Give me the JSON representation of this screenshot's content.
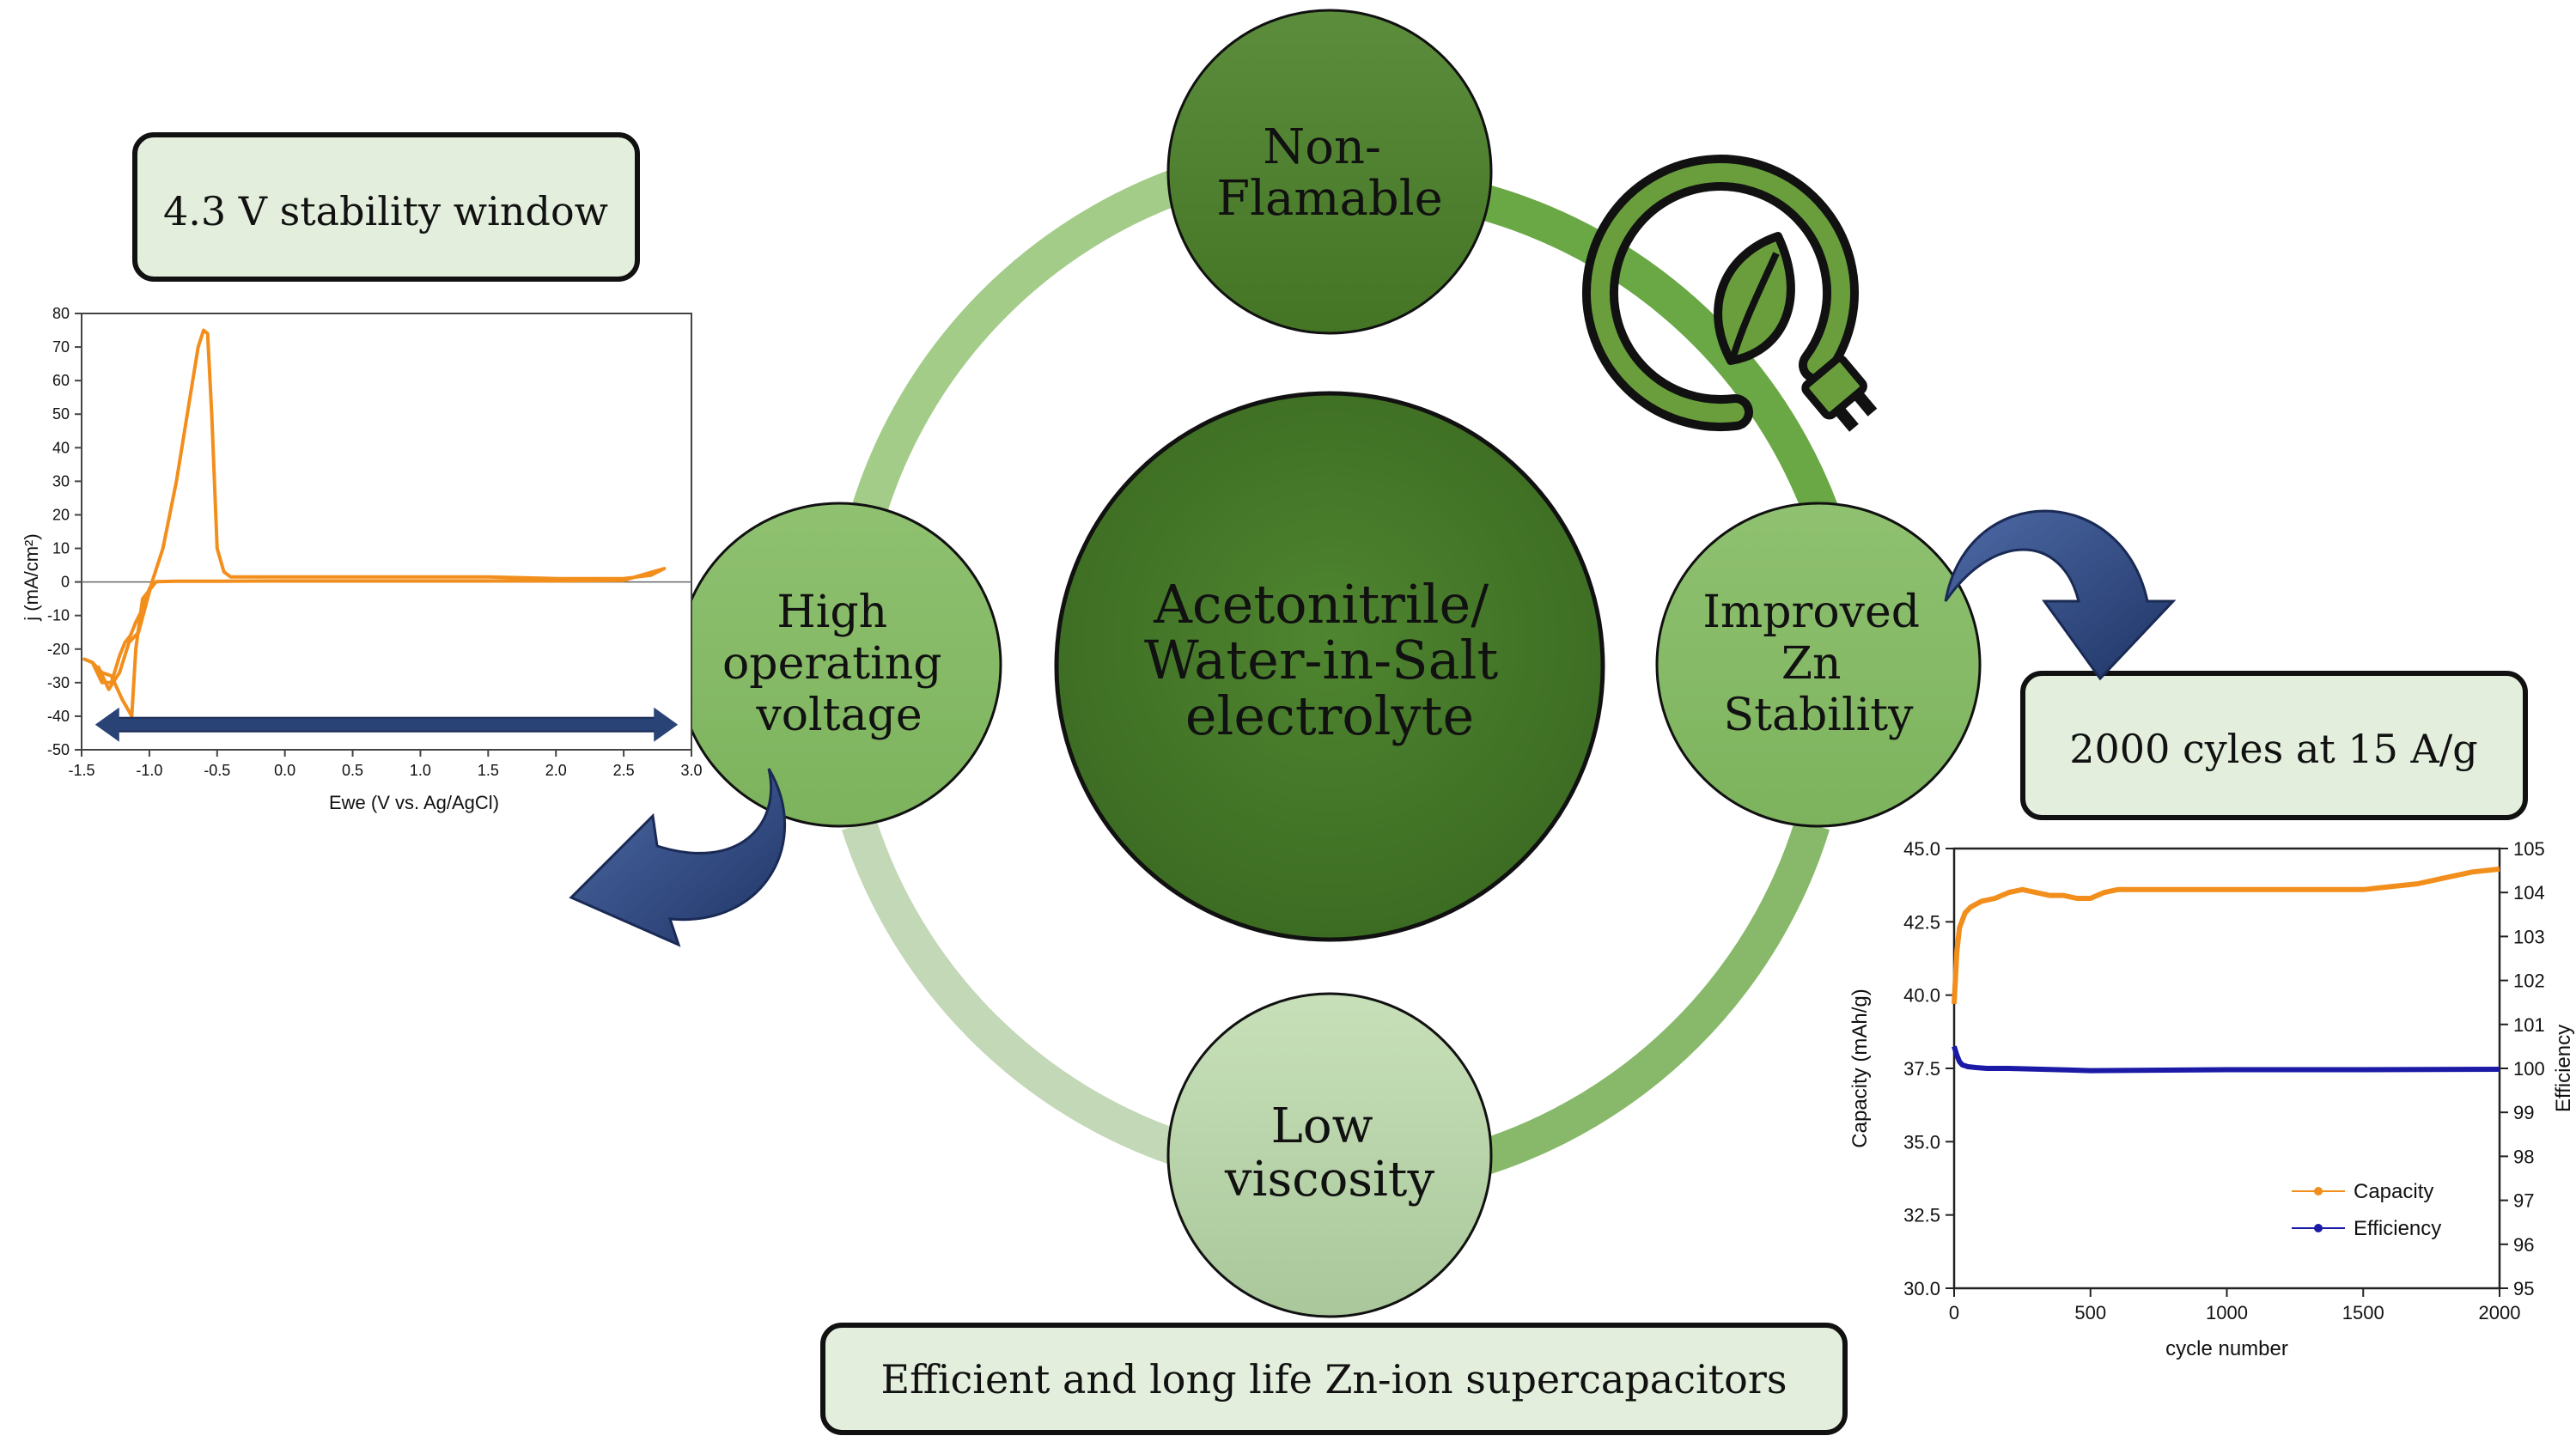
{
  "colors": {
    "dark_green": "#4a7a2c",
    "mid_green": "#6ea84c",
    "light_green": "#9fcc7f",
    "pale_box": "#e3efdc",
    "navy_arrow": "#2a4377",
    "orange": "#f28e1c",
    "blue_series": "#1a1aa6"
  },
  "center": {
    "lines": [
      "Acetonitrile/",
      "Water-in-Salt",
      "electrolyte"
    ]
  },
  "nodes": {
    "top": [
      "Non-",
      "Flamable"
    ],
    "left": [
      "High",
      "operating",
      "voltage"
    ],
    "right": [
      "Improved",
      "Zn",
      "Stability"
    ],
    "bottom": [
      "Low",
      "viscosity"
    ]
  },
  "boxes": {
    "stability_window": "4.3 V stability window",
    "cycles": "2000 cyles at 15 A/g",
    "summary": "Efficient and long life Zn-ion supercapacitors"
  },
  "icons": {
    "eco": "leaf-plug-icon"
  },
  "chart_data": [
    {
      "type": "line",
      "title": "",
      "xlabel": "Ewe (V vs. Ag/AgCl)",
      "ylabel": "j (mA/cm²)",
      "xlim": [
        -1.5,
        3.0
      ],
      "ylim": [
        -50,
        80
      ],
      "xticks": [
        "-1.5",
        "-1.0",
        "-0.5",
        "0.0",
        "0.5",
        "1.0",
        "1.5",
        "2.0",
        "2.5",
        "3.0"
      ],
      "yticks": [
        "-50",
        "-40",
        "-30",
        "-20",
        "-10",
        "0",
        "10",
        "20",
        "30",
        "40",
        "50",
        "60",
        "70",
        "80"
      ],
      "grid": false,
      "series": [
        {
          "color": "#f28e1c",
          "x": [
            -1.38,
            -1.3,
            -1.22,
            -1.15,
            -1.08,
            -1.02,
            -0.98,
            -0.9,
            -0.8,
            -0.7,
            -0.64,
            -0.6,
            -0.57,
            -0.54,
            -0.5,
            -0.45,
            -0.4,
            0.0,
            0.5,
            1.0,
            1.5,
            2.0,
            2.5,
            2.7,
            2.8,
            2.5,
            2.0,
            1.5,
            1.0,
            0.5,
            0.0,
            -0.5,
            -0.8,
            -0.95,
            -1.05,
            -1.1,
            -1.13,
            -1.2,
            -1.28,
            -1.35,
            -1.42,
            -1.48,
            -1.42,
            -1.35,
            -1.28,
            -1.22,
            -1.18,
            -1.14,
            -1.1,
            -1.05,
            -1.0,
            -0.97
          ],
          "y": [
            -25,
            -32,
            -27,
            -18,
            -15,
            -6,
            0,
            10,
            30,
            55,
            70,
            75,
            74,
            50,
            10,
            3,
            1.5,
            1.5,
            1.5,
            1.5,
            1.5,
            1,
            1,
            2,
            4,
            0.5,
            0.3,
            0.3,
            0.3,
            0.3,
            0.3,
            0.2,
            0.2,
            0.1,
            -5,
            -20,
            -40,
            -35,
            -28,
            -27,
            -24,
            -23,
            -24,
            -30,
            -30,
            -22,
            -18,
            -16,
            -12,
            -8,
            -2,
            0
          ]
        }
      ],
      "annotations": [
        "double-headed arrow spanning -1.4 to 2.9 V"
      ]
    },
    {
      "type": "line",
      "title": "",
      "xlabel": "cycle number",
      "ylabel": "Capacity (mAh/g)",
      "y2label": "Efficiency",
      "xlim": [
        0,
        2000
      ],
      "ylim": [
        30.0,
        45.0
      ],
      "y2lim": [
        95,
        105
      ],
      "xticks": [
        "0",
        "500",
        "1000",
        "1500",
        "2000"
      ],
      "yticks": [
        "30.0",
        "32.5",
        "35.0",
        "37.5",
        "40.0",
        "42.5",
        "45.0"
      ],
      "y2ticks": [
        "95",
        "96",
        "97",
        "98",
        "99",
        "100",
        "101",
        "102",
        "103",
        "104",
        "105"
      ],
      "legend": "lower-right",
      "grid": false,
      "series": [
        {
          "name": "Capacity",
          "axis": "left",
          "color": "#f28e1c",
          "x": [
            0,
            10,
            20,
            40,
            60,
            100,
            150,
            200,
            250,
            300,
            350,
            400,
            450,
            500,
            550,
            600,
            700,
            800,
            900,
            1000,
            1200,
            1400,
            1500,
            1600,
            1700,
            1800,
            1900,
            2000
          ],
          "y": [
            39.7,
            41.5,
            42.3,
            42.8,
            43.0,
            43.2,
            43.3,
            43.5,
            43.6,
            43.5,
            43.4,
            43.4,
            43.3,
            43.3,
            43.5,
            43.6,
            43.6,
            43.6,
            43.6,
            43.6,
            43.6,
            43.6,
            43.6,
            43.7,
            43.8,
            44.0,
            44.2,
            44.3
          ]
        },
        {
          "name": "Efficiency",
          "axis": "right",
          "color": "#1a1aa6",
          "x": [
            0,
            5,
            10,
            20,
            30,
            50,
            80,
            120,
            200,
            500,
            1000,
            1500,
            2000
          ],
          "y": [
            100.5,
            100.4,
            100.3,
            100.15,
            100.08,
            100.04,
            100.02,
            100.0,
            100.0,
            99.95,
            99.97,
            99.97,
            99.98
          ]
        }
      ]
    }
  ]
}
